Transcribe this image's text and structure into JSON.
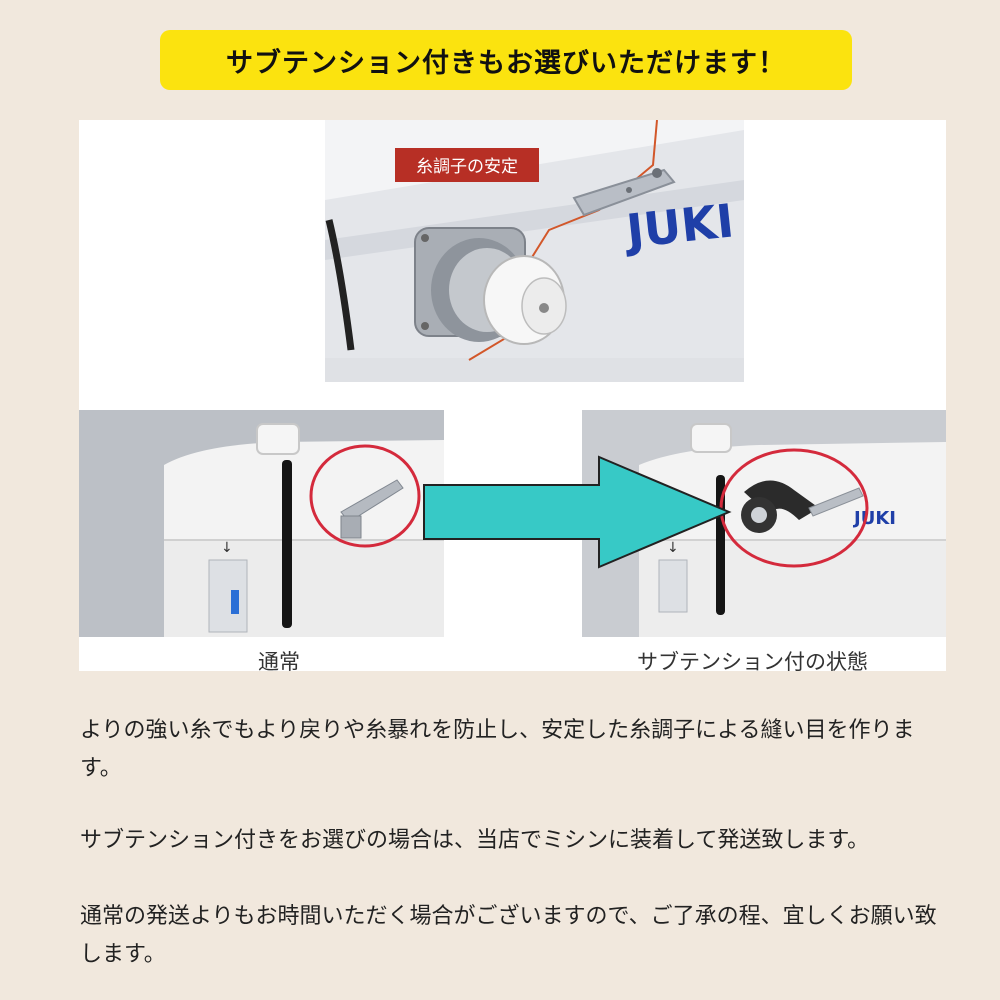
{
  "banner": {
    "text": "サブテンション付きもお選びいただけます！"
  },
  "colors": {
    "background": "#f1e8dd",
    "banner": "#fbe30f",
    "arrow": "#37c9c6",
    "highlight_circle": "#d42a3c",
    "brand_blue": "#1f3fa8",
    "label_red": "#b72f25"
  },
  "figures": {
    "top": {
      "label": "糸調子の安定",
      "brand": "JUKI"
    },
    "left": {
      "caption": "通常"
    },
    "right": {
      "caption": "サブテンション付の状態",
      "brand": "JUKI"
    },
    "arrow_icon": "right-arrow-icon"
  },
  "body": {
    "paragraph1": "よりの強い糸でもより戻りや糸暴れを防止し、安定した糸調子による縫い目を作ります。",
    "paragraph2": "サブテンション付きをお選びの場合は、当店でミシンに装着して発送致します。",
    "paragraph3": "通常の発送よりもお時間いただく場合がございますので、ご了承の程、宜しくお願い致します。"
  }
}
